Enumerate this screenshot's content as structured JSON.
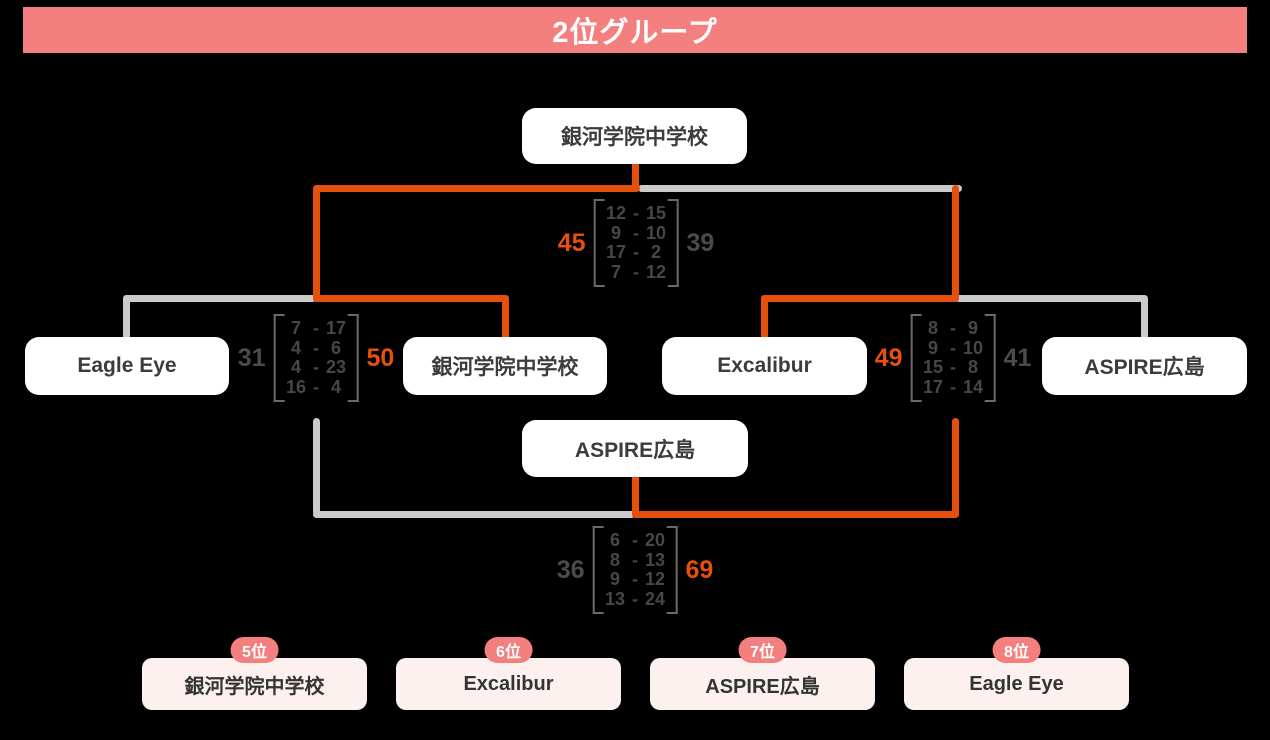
{
  "header": {
    "title": "2位グループ"
  },
  "colors": {
    "winner_line_orange": "#e5500f",
    "loser_line_gray": "#cbcbcb",
    "header_salmon": "#f3807e",
    "rank_card_pink": "#fcf1ef",
    "team_box_white": "#ffffff",
    "background_black": "#000000"
  },
  "bracket": {
    "place56_winner": "銀河学院中学校",
    "semifinal_teams": [
      "Eagle Eye",
      "銀河学院中学校",
      "Excalibur",
      "ASPIRE広島"
    ],
    "place78_winner": "ASPIRE広島"
  },
  "matches": {
    "place56": {
      "left_total": "45",
      "right_total": "39",
      "winner": "left",
      "sets": [
        {
          "a": "12",
          "b": "15"
        },
        {
          "a": "9",
          "b": "10"
        },
        {
          "a": "17",
          "b": "2"
        },
        {
          "a": "7",
          "b": "12"
        }
      ]
    },
    "semifinal_left": {
      "left_total": "31",
      "right_total": "50",
      "winner": "right",
      "sets": [
        {
          "a": "7",
          "b": "17"
        },
        {
          "a": "4",
          "b": "6"
        },
        {
          "a": "4",
          "b": "23"
        },
        {
          "a": "16",
          "b": "4"
        }
      ]
    },
    "semifinal_right": {
      "left_total": "49",
      "right_total": "41",
      "winner": "left",
      "sets": [
        {
          "a": "8",
          "b": "9"
        },
        {
          "a": "9",
          "b": "10"
        },
        {
          "a": "15",
          "b": "8"
        },
        {
          "a": "17",
          "b": "14"
        }
      ]
    },
    "place78": {
      "left_total": "36",
      "right_total": "69",
      "winner": "right",
      "sets": [
        {
          "a": "6",
          "b": "20"
        },
        {
          "a": "8",
          "b": "13"
        },
        {
          "a": "9",
          "b": "12"
        },
        {
          "a": "13",
          "b": "24"
        }
      ]
    }
  },
  "rankings": [
    {
      "rank": "5位",
      "team": "銀河学院中学校"
    },
    {
      "rank": "6位",
      "team": "Excalibur"
    },
    {
      "rank": "7位",
      "team": "ASPIRE広島"
    },
    {
      "rank": "8位",
      "team": "Eagle Eye"
    }
  ],
  "ui": {
    "dash": "-"
  }
}
